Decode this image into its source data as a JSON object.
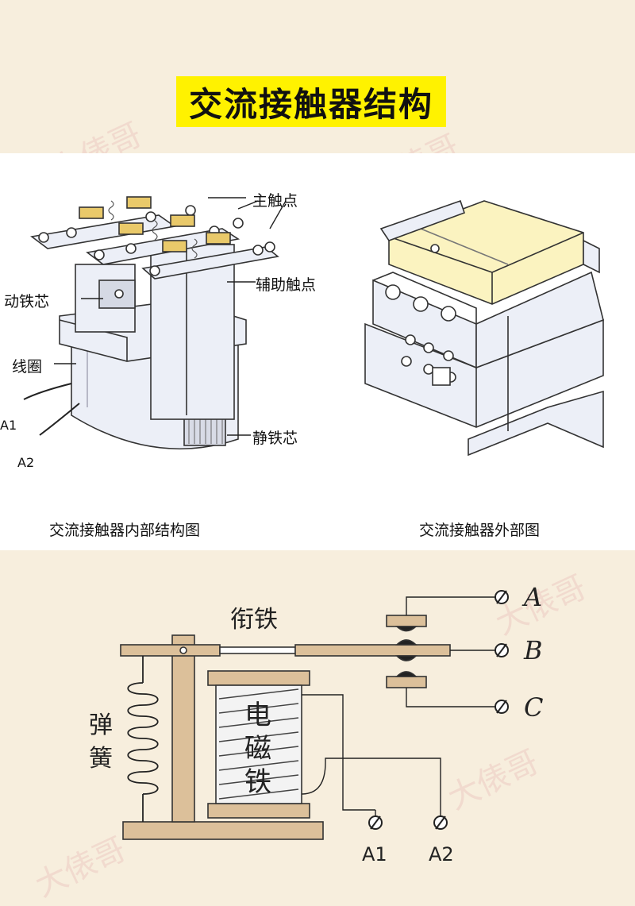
{
  "title": "交流接触器结构",
  "left_figure": {
    "caption": "交流接触器内部结构图",
    "labels": {
      "main_contact": "主触点",
      "aux_contact": "辅助触点",
      "moving_core": "动铁芯",
      "coil": "线圈",
      "static_core": "静铁芯",
      "a1": "A1",
      "a2": "A2"
    }
  },
  "right_figure": {
    "caption": "交流接触器外部图"
  },
  "relay_diagram": {
    "armature": "衔铁",
    "spring": "弹簧",
    "electromagnet": "电磁铁",
    "terminals": [
      "A",
      "B",
      "C"
    ],
    "coil_terminals": [
      "A1",
      "A2"
    ]
  },
  "watermark": "大俵哥",
  "colors": {
    "title_bg": "#fff200",
    "page_bg": "#f7eedd",
    "wood": "#dcc09a",
    "yellow_block": "#fbf3c0",
    "steel": "#e9ecf6"
  }
}
